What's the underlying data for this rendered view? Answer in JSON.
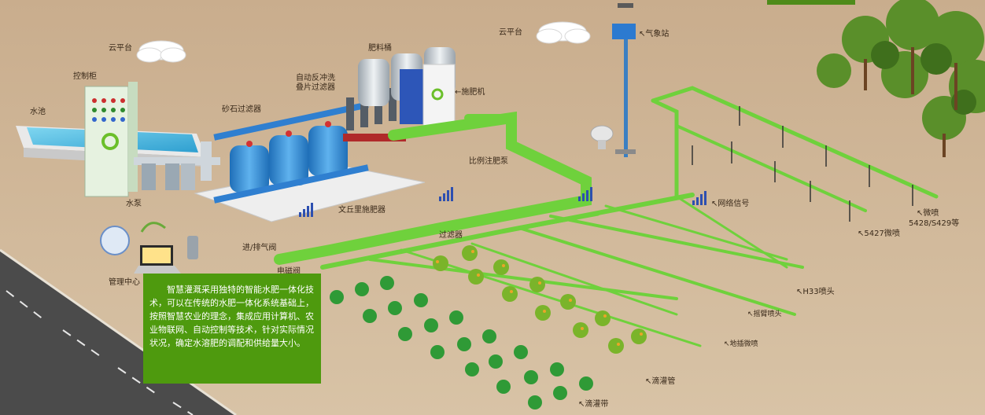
{
  "labels": {
    "cloud_left": "云平台",
    "cloud_right": "云平台",
    "control_cabinet": "控制柜",
    "pool": "水池",
    "pump": "水泵",
    "sand_filter": "砂石过滤器",
    "backwash_filter": "自动反冲洗\n叠片过滤器",
    "fert_tank": "肥料桶",
    "fertilizer_machine": "←施肥机",
    "weather_station": "↖气象站",
    "proportional_pump": "比例注肥泵",
    "venturi": "文丘里施肥器",
    "network_signal": "↖网络信号",
    "micro_spray": "↖微喷",
    "micro_spray_models": "5428/S429等",
    "micro_5427": "↖5427微喷",
    "filter": "过滤器",
    "air_valve": "进/排气阀",
    "solenoid_valve": "电磁阀",
    "management_center": "管理中心",
    "h33_spray": "↖H33喷头",
    "rocker_spray": "↖摇臂喷头",
    "ground_micro": "↖地插微喷",
    "drip_pipe": "↖滴灌管",
    "drip_tape": "↖滴灌带"
  },
  "description": "智慧灌溉采用独特的智能水肥一体化技术，可以在传统的水肥一体化系统基础上，按照智慧农业的理念，集成应用计算机、农业物联网、自动控制等技术，针对实际情况状况，确定水溶肥的调配和供给量大小。",
  "colors": {
    "ground": "#cfb79a",
    "pipe": "#6fd13c",
    "text_box": "#4e9a0e",
    "tank": "#3a8fd6",
    "road": "#4a4a4a"
  }
}
